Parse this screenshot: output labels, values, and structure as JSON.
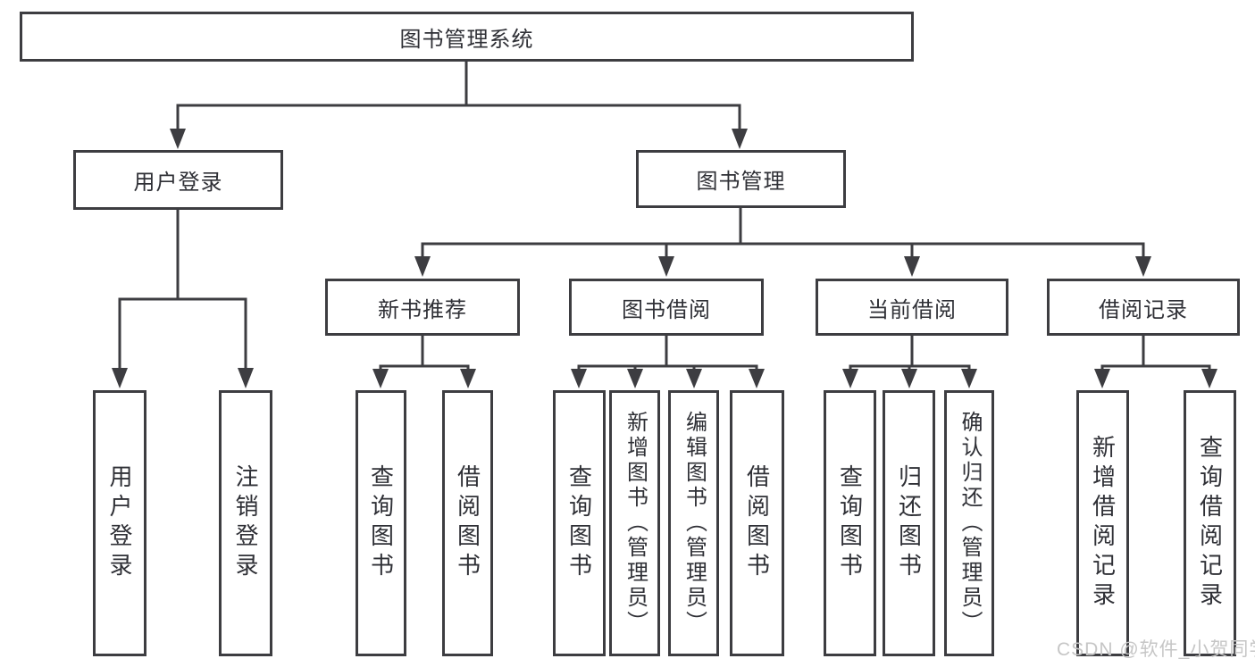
{
  "tree": {
    "root": {
      "label": "图书管理系统"
    },
    "branches": [
      {
        "label": "用户登录",
        "children": [
          {
            "label": "用户登录"
          },
          {
            "label": "注销登录"
          }
        ]
      },
      {
        "label": "图书管理",
        "children": [
          {
            "label": "新书推荐",
            "children": [
              {
                "label": "查询图书"
              },
              {
                "label": "借阅图书"
              }
            ]
          },
          {
            "label": "图书借阅",
            "children": [
              {
                "label": "查询图书"
              },
              {
                "label": "新增图书（管理员）"
              },
              {
                "label": "编辑图书（管理员）"
              },
              {
                "label": "借阅图书"
              }
            ]
          },
          {
            "label": "当前借阅",
            "children": [
              {
                "label": "查询图书"
              },
              {
                "label": "归还图书"
              },
              {
                "label": "确认归还（管理员）"
              }
            ]
          },
          {
            "label": "借阅记录",
            "children": [
              {
                "label": "新增借阅记录"
              },
              {
                "label": "查询借阅记录"
              }
            ]
          }
        ]
      }
    ]
  },
  "watermark": {
    "text": "CSDN @软件_小贺同学"
  },
  "colors": {
    "line": "#3d3d41",
    "text": "#2f3036",
    "box_fill": "#ffffff",
    "watermark": "#c6c6c6",
    "background": "#ffffff"
  }
}
